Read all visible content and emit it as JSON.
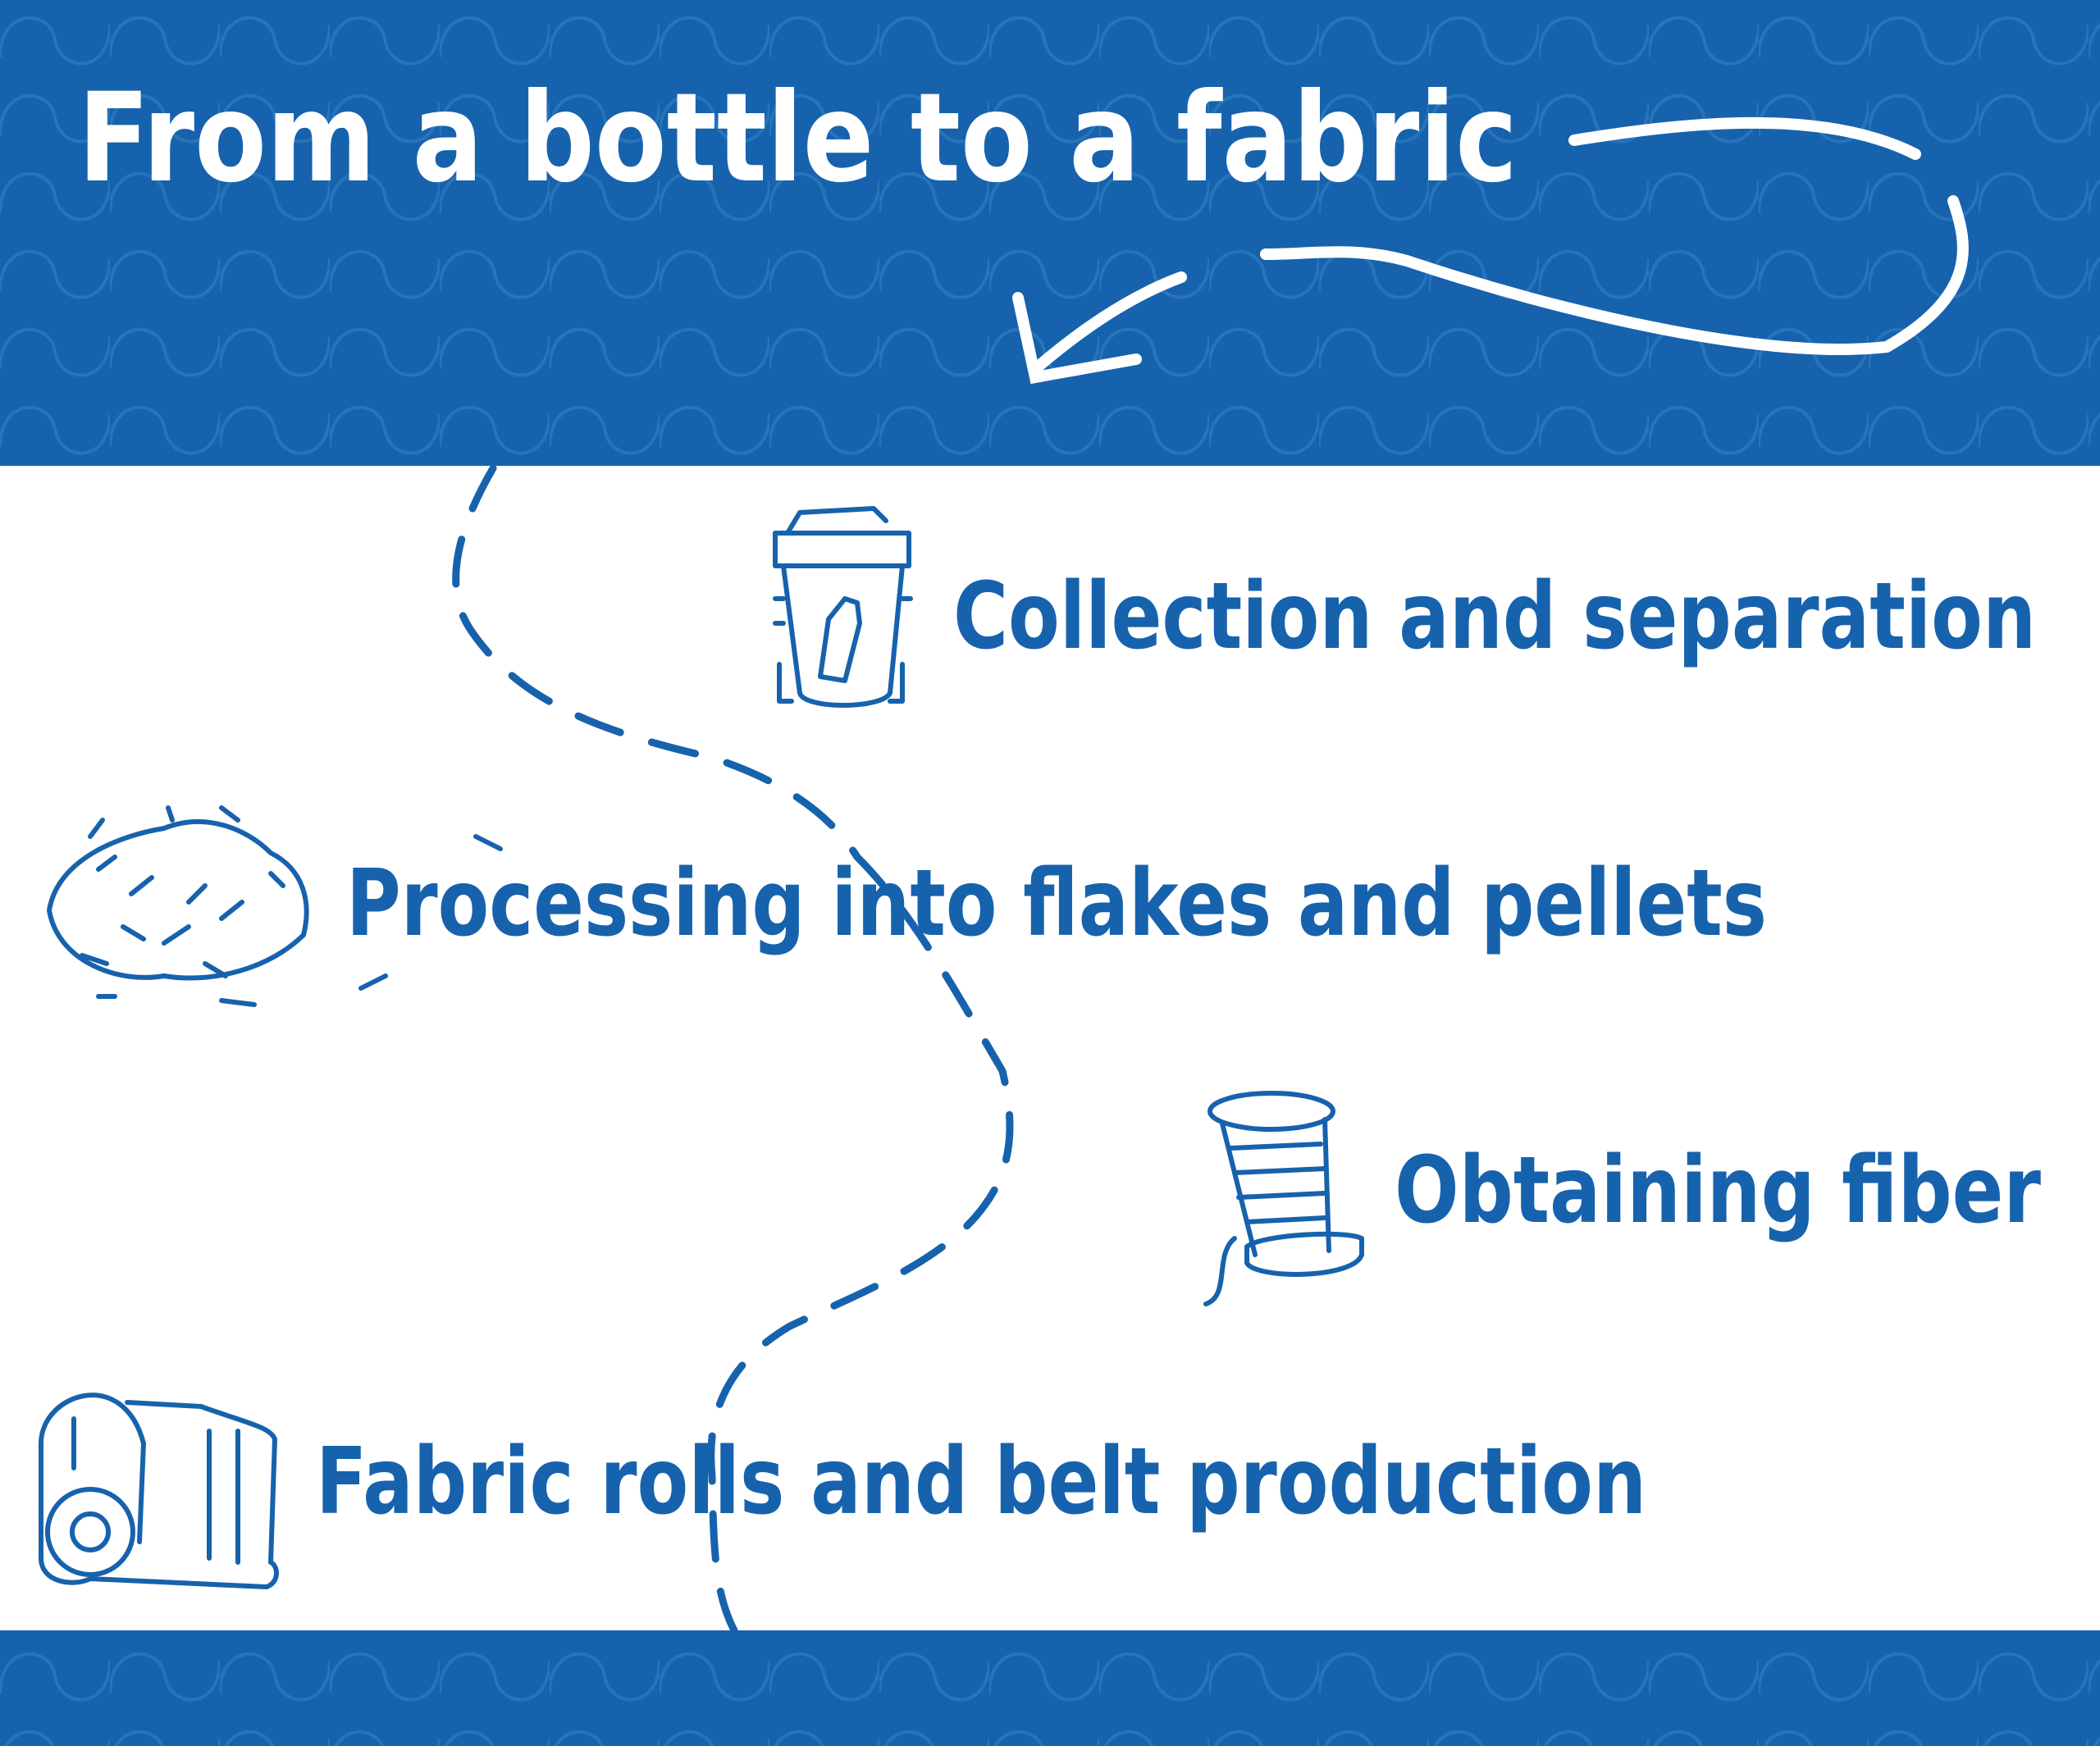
{
  "header": {
    "title": "From a bottle to a fabric"
  },
  "steps": [
    {
      "label": "Collection and separation",
      "icon": "recycling-bin-icon"
    },
    {
      "label": "Processing into flakes and pellets",
      "icon": "flakes-pellets-icon"
    },
    {
      "label": "Obtaining fiber",
      "icon": "fiber-spool-icon"
    },
    {
      "label": "Fabric rolls and belt production",
      "icon": "fabric-roll-icon"
    }
  ],
  "colors": {
    "brand_blue": "#1762ad",
    "pattern": "#2a78bd",
    "background": "#ffffff"
  }
}
